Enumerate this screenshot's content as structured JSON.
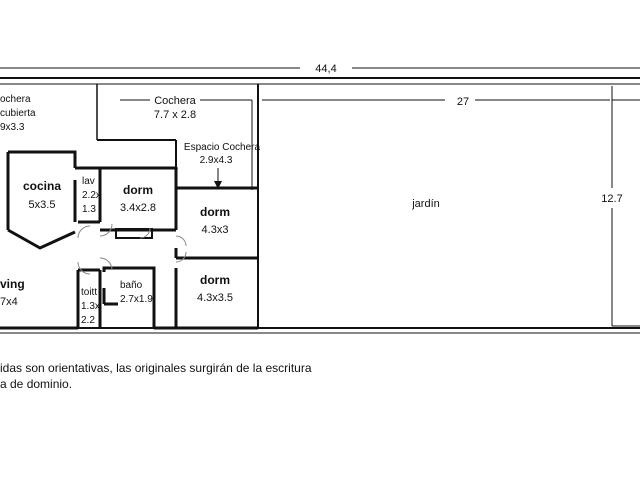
{
  "dimensions": {
    "total_length": "44,4",
    "garden_length": "27",
    "garden_depth": "12.7"
  },
  "rooms": {
    "cochera_cubierta": {
      "line1": "ochera",
      "line2": "cubierta",
      "line3": "9x3.3"
    },
    "cochera": {
      "name": "Cochera",
      "size": "7.7 x 2.8"
    },
    "espacio_cochera": {
      "name": "Espacio Cochera",
      "size": "2.9x4.3"
    },
    "cocina": {
      "name": "cocina",
      "size": "5x3.5"
    },
    "lav": {
      "name": "lav",
      "size1": "2.2x",
      "size2": "1.3"
    },
    "dorm1": {
      "name": "dorm",
      "size": "3.4x2.8"
    },
    "dorm2": {
      "name": "dorm",
      "size": "4.3x3"
    },
    "dorm3": {
      "name": "dorm",
      "size": "4.3x3.5"
    },
    "living": {
      "name": "ving",
      "size": "7x4"
    },
    "toilet": {
      "name": "toitt",
      "size1": "1.3x",
      "size2": "2.2"
    },
    "bano": {
      "name": "baño",
      "size": "2.7x1.9"
    },
    "jardin": {
      "name": "jardín"
    }
  },
  "note": {
    "line1": "idas son orientativas, las originales surgirán de la escritura",
    "line2": "a de dominio."
  }
}
